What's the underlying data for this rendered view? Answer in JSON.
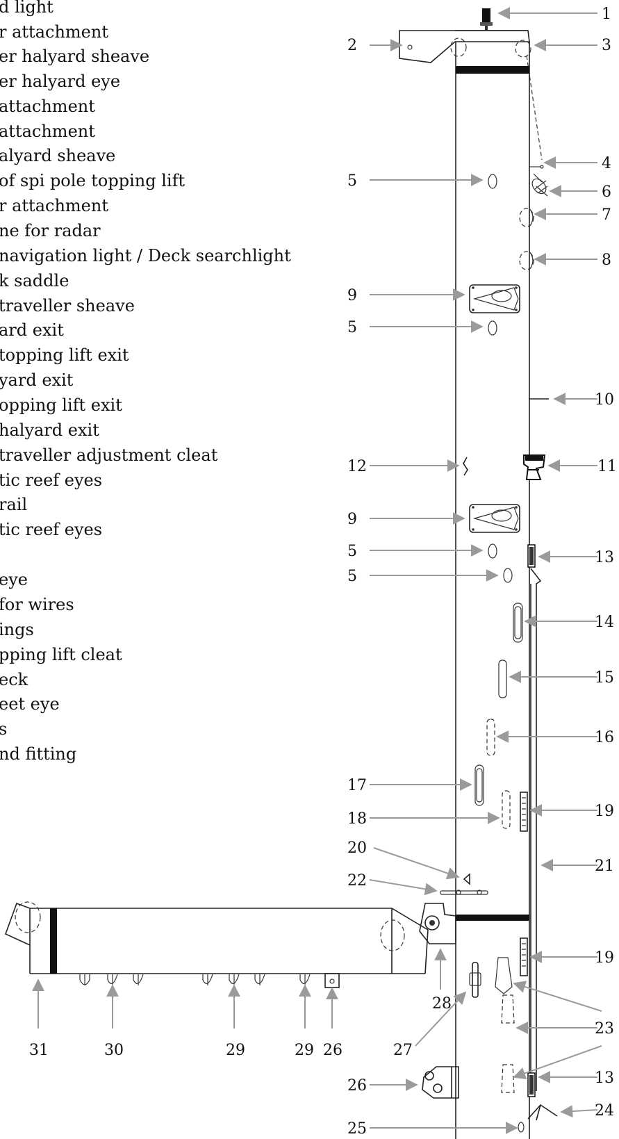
{
  "legend": [
    "d light",
    "r attachment",
    "er halyard sheave",
    "er halyard eye",
    "attachment",
    "attachment",
    "alyard sheave",
    "of spi pole topping lift",
    "r attachment",
    "ne for radar",
    "navigation light / Deck searchlight",
    "k saddle",
    "traveller sheave",
    "ard exit",
    "topping lift exit",
    "yard exit",
    "opping lift exit",
    "halyard exit",
    "traveller adjustment cleat",
    "tic reef eyes",
    "rail",
    "tic reef eyes",
    "",
    "eye",
    "for wires",
    "ings",
    "pping lift cleat",
    "eck",
    "eet eye",
    "s",
    "nd fitting"
  ],
  "callouts": {
    "n1": "1",
    "n2": "2",
    "n3": "3",
    "n4": "4",
    "n5a": "5",
    "n6": "6",
    "n7": "7",
    "n8": "8",
    "n9a": "9",
    "n5b": "5",
    "n10": "10",
    "n12": "12",
    "n11": "11",
    "n9b": "9",
    "n5c": "5",
    "n13a": "13",
    "n5d": "5",
    "n14": "14",
    "n15": "15",
    "n16": "16",
    "n17": "17",
    "n19a": "19",
    "n18": "18",
    "n20": "20",
    "n21": "21",
    "n22": "22",
    "n19b": "19",
    "n28": "28",
    "n23": "23",
    "n31": "31",
    "n30": "30",
    "n29a": "29",
    "n29b": "29",
    "n26a": "26",
    "n27": "27",
    "n26b": "26",
    "n13b": "13",
    "n24": "24",
    "n25": "25"
  }
}
